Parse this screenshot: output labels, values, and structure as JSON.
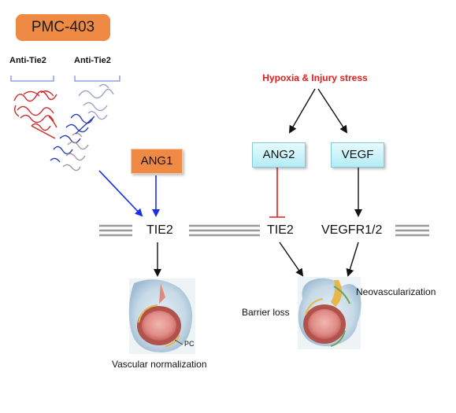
{
  "drug": {
    "label": "PMC-403"
  },
  "antibody": {
    "left_label": "Anti-Tie2",
    "right_label": "Anti-Tie2"
  },
  "stress": {
    "label": "Hypoxia & Injury stress"
  },
  "ligands": {
    "ang1": "ANG1",
    "ang2": "ANG2",
    "vegf": "VEGF"
  },
  "receptors": {
    "tie2_left": "TIE2",
    "tie2_right": "TIE2",
    "vegfr": "VEGFR1/2"
  },
  "outcomes": {
    "vascular_normalization": "Vascular normalization",
    "pc_label": "PC",
    "barrier_loss": "Barrier loss",
    "neovascularization": "Neovascularization"
  },
  "colors": {
    "badge": "#ef8a45",
    "stress_text": "#e31b1b",
    "activation_arrow": "#1a2ee6",
    "inhibition": "#e31b1b",
    "box_fill": "#bdeff8"
  },
  "icons": [
    "antibody-structure",
    "vessel-cross-section-normal",
    "vessel-cross-section-leaky"
  ]
}
